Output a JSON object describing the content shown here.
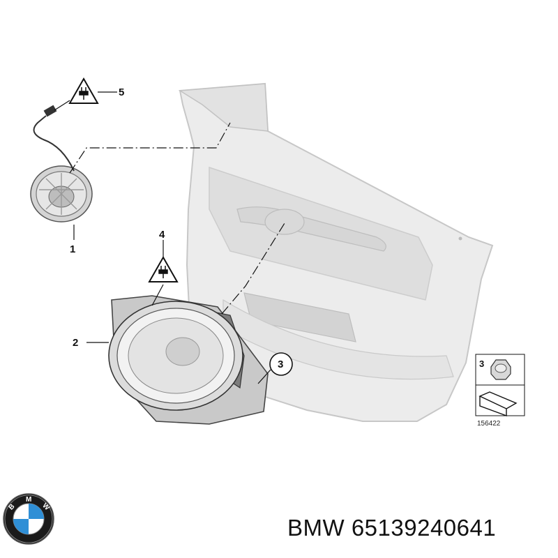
{
  "callouts": {
    "c1": "1",
    "c2": "2",
    "c3": "3",
    "c4": "4",
    "c5": "5",
    "part_box": "3"
  },
  "part_box_code": "156422",
  "caption": {
    "brand": "BMW",
    "part_number": "65139240641"
  },
  "logo_letters": "BMW",
  "colors": {
    "door_panel": "#ececec",
    "speaker_frame": "#cfcfcf",
    "logo_blue": "#2f8fd6",
    "outline": "#111111"
  },
  "icons": [
    "electrical-warning-icon",
    "bmw-logo-icon",
    "nut-icon",
    "arrow-icon"
  ]
}
